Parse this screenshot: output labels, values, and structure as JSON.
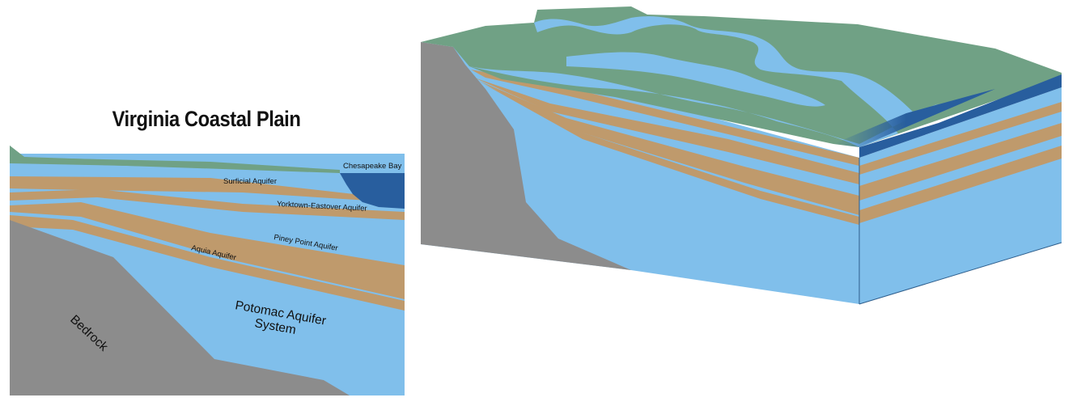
{
  "title": "Virginia Coastal Plain",
  "labels": {
    "chesapeake_bay": "Chesapeake Bay",
    "surficial_aquifer": "Surficial Aquifer",
    "yorktown_eastover_aquifer": "Yorktown-Eastover Aquifer",
    "piney_point_aquifer": "Piney Point Aquifer",
    "aquia_aquifer": "Aquia Aquifer",
    "potomac_line1": "Potomac Aquifer",
    "potomac_line2": "System",
    "bedrock": "Bedrock"
  },
  "colors": {
    "aquifer": "#80bfeb",
    "confining_unit": "#bf9a6c",
    "bedrock": "#8c8c8c",
    "land_surface": "#70a185",
    "bay": "#285e9e",
    "text": "#111111"
  }
}
